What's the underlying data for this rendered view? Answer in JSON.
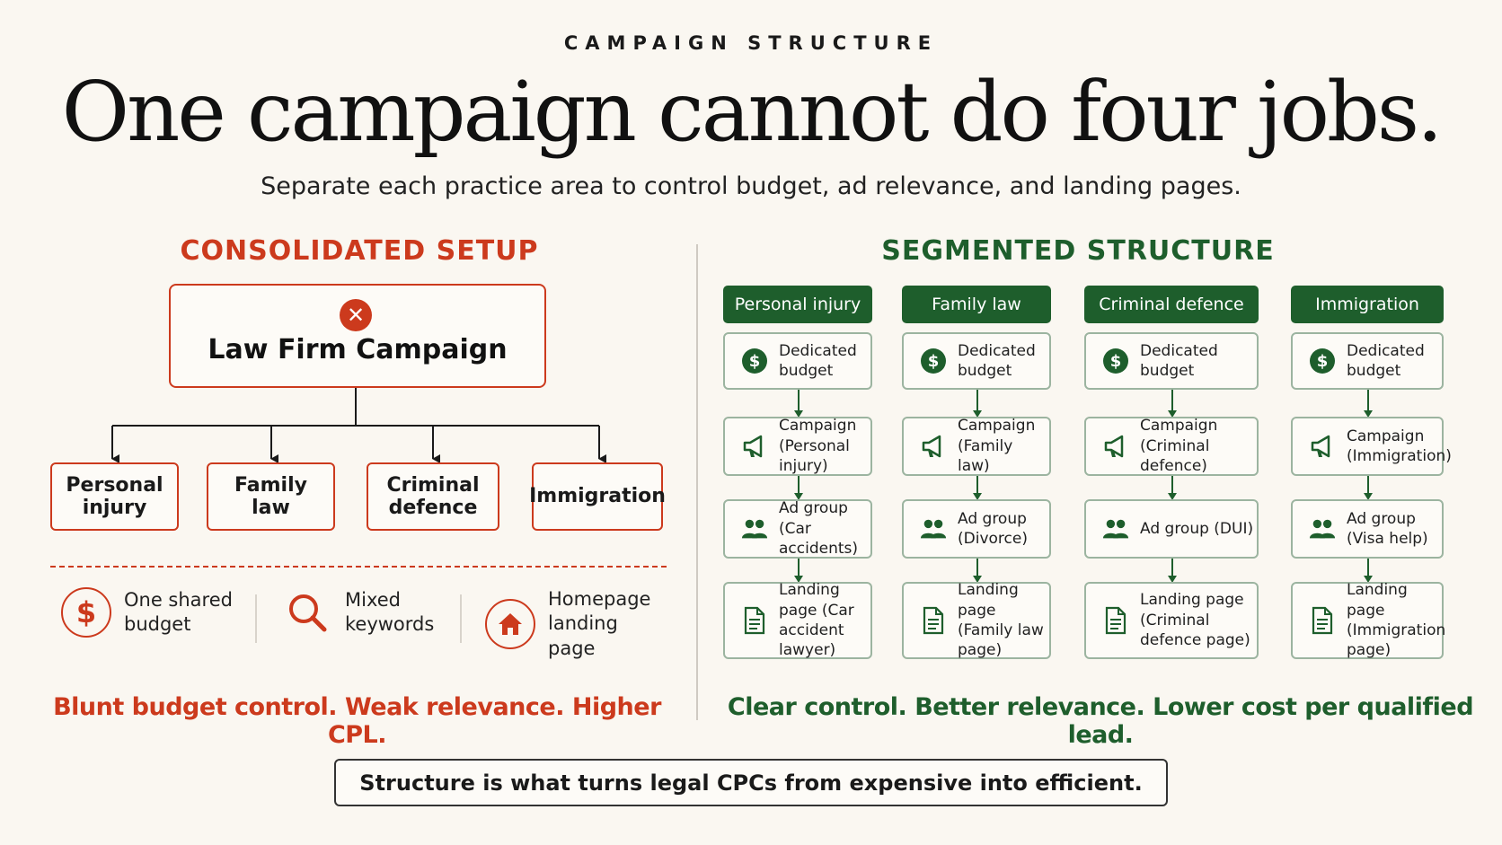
{
  "eyebrow": "CAMPAIGN STRUCTURE",
  "headline": "One campaign cannot do four jobs.",
  "subheadline": "Separate each practice area to control budget, ad relevance, and landing pages.",
  "colors": {
    "red": "#cc3a1d",
    "green": "#1e5e2c"
  },
  "consolidated": {
    "title": "CONSOLIDATED SETUP",
    "main_box": "Law Firm Campaign",
    "main_icon": "x-circle-icon",
    "leaves": [
      "Personal injury",
      "Family law",
      "Criminal defence",
      "Immigration"
    ],
    "features": [
      {
        "icon": "dollar-icon",
        "text": "One shared budget"
      },
      {
        "icon": "search-icon",
        "text": "Mixed keywords"
      },
      {
        "icon": "home-icon",
        "text": "Homepage landing page"
      }
    ],
    "verdict": "Blunt budget control. Weak relevance. Higher CPL."
  },
  "segmented": {
    "title": "SEGMENTED STRUCTURE",
    "columns": [
      {
        "heading": "Personal injury",
        "steps": [
          {
            "icon": "dollar-icon",
            "label": "Dedicated budget"
          },
          {
            "icon": "megaphone-icon",
            "label": "Campaign (Personal injury)"
          },
          {
            "icon": "people-icon",
            "label": "Ad group (Car accidents)"
          },
          {
            "icon": "document-icon",
            "label": "Landing page (Car accident lawyer)"
          }
        ]
      },
      {
        "heading": "Family law",
        "steps": [
          {
            "icon": "dollar-icon",
            "label": "Dedicated budget"
          },
          {
            "icon": "megaphone-icon",
            "label": "Campaign (Family law)"
          },
          {
            "icon": "people-icon",
            "label": "Ad group (Divorce)"
          },
          {
            "icon": "document-icon",
            "label": "Landing page (Family law page)"
          }
        ]
      },
      {
        "heading": "Criminal defence",
        "steps": [
          {
            "icon": "dollar-icon",
            "label": "Dedicated budget"
          },
          {
            "icon": "megaphone-icon",
            "label": "Campaign (Criminal defence)"
          },
          {
            "icon": "people-icon",
            "label": "Ad group (DUI)"
          },
          {
            "icon": "document-icon",
            "label": "Landing page (Criminal defence page)"
          }
        ]
      },
      {
        "heading": "Immigration",
        "steps": [
          {
            "icon": "dollar-icon",
            "label": "Dedicated budget"
          },
          {
            "icon": "megaphone-icon",
            "label": "Campaign (Immigration)"
          },
          {
            "icon": "people-icon",
            "label": "Ad group (Visa help)"
          },
          {
            "icon": "document-icon",
            "label": "Landing page (Immigration page)"
          }
        ]
      }
    ],
    "verdict": "Clear control. Better relevance. Lower cost per qualified lead."
  },
  "footer": "Structure is what turns legal CPCs from expensive into efficient."
}
